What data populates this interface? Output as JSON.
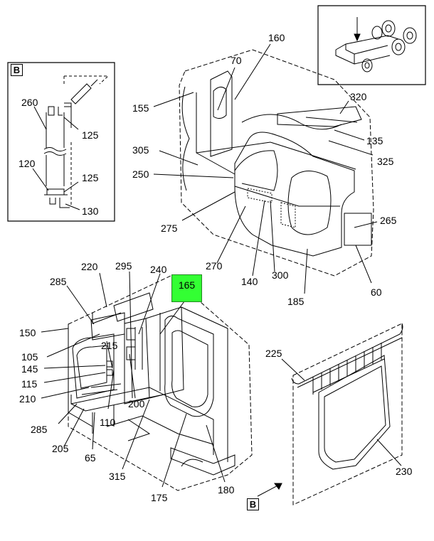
{
  "detail_labels": {
    "detail_b_top": "B",
    "detail_b_bottom": "B"
  },
  "callouts": {
    "c260": "260",
    "c125a": "125",
    "c120": "120",
    "c125b": "125",
    "c130": "130",
    "c160": "160",
    "c70": "70",
    "c155": "155",
    "c320": "320",
    "c135": "135",
    "c305": "305",
    "c325": "325",
    "c250": "250",
    "c265": "265",
    "c275": "275",
    "c270": "270",
    "c140": "140",
    "c300": "300",
    "c185": "185",
    "c60": "60",
    "c220": "220",
    "c295": "295",
    "c240": "240",
    "c165": "165",
    "c285a": "285",
    "c150": "150",
    "c105": "105",
    "c215": "215",
    "c145": "145",
    "c115": "115",
    "c210": "210",
    "c200": "200",
    "c110": "110",
    "c285b": "285",
    "c205": "205",
    "c65": "65",
    "c315": "315",
    "c175": "175",
    "c180": "180",
    "c225": "225",
    "c230": "230"
  },
  "colors": {
    "highlight": "#33ff33",
    "line": "#000000"
  }
}
